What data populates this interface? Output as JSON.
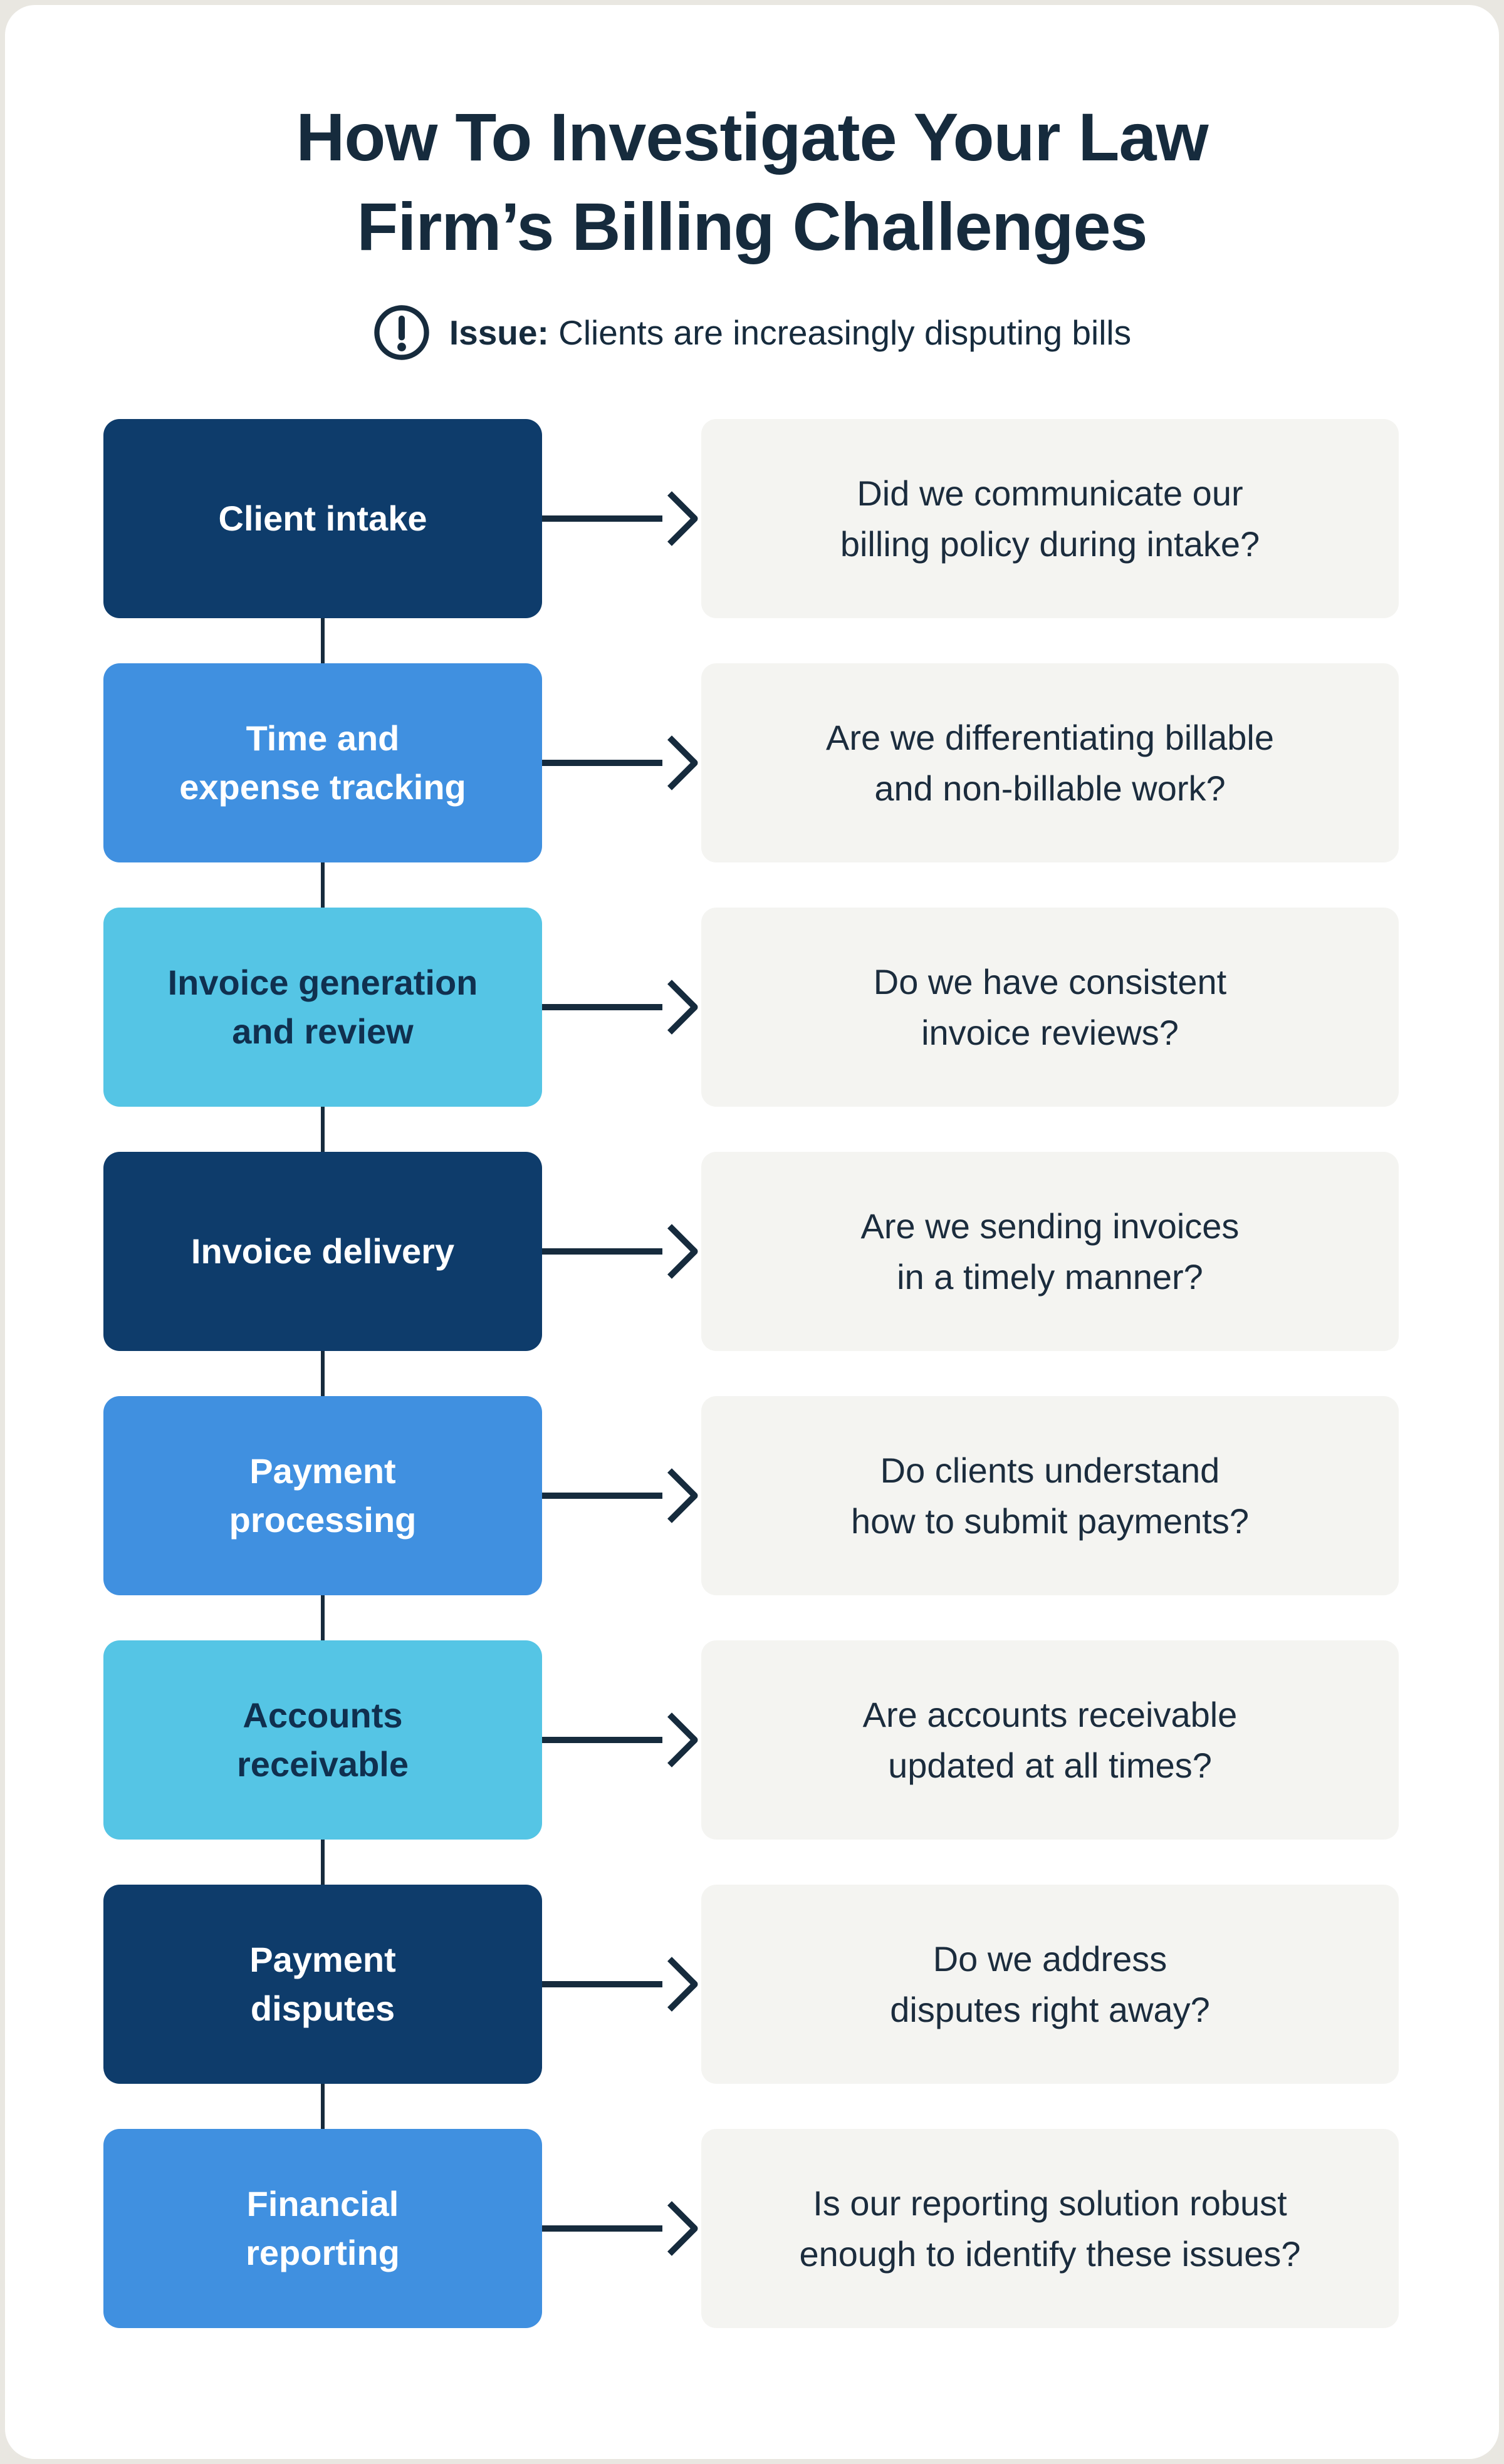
{
  "header": {
    "title": "How To Investigate Your Law\nFirm’s Billing Challenges",
    "issue_label": "Issue:",
    "issue_text": "Clients are increasingly disputing bills"
  },
  "colors": {
    "navy": "#0E3C6B",
    "blue": "#4090E0",
    "cyan": "#55C5E5",
    "question_bg": "#F4F4F1",
    "text_dark": "#162B3D",
    "label_on_dark": "#FFFFFF",
    "label_on_cyan": "#10304F",
    "page_bg": "#E9E7E1",
    "card_bg": "#FFFFFF"
  },
  "rows": [
    {
      "step": "Client intake",
      "question": "Did we communicate our\nbilling policy during intake?",
      "variant": "navy"
    },
    {
      "step": "Time and\nexpense tracking",
      "question": "Are we differentiating billable\nand non-billable work?",
      "variant": "blue"
    },
    {
      "step": "Invoice generation\nand review",
      "question": "Do we have consistent\ninvoice reviews?",
      "variant": "cyan"
    },
    {
      "step": "Invoice delivery",
      "question": "Are we sending invoices\nin a timely manner?",
      "variant": "navy"
    },
    {
      "step": "Payment\nprocessing",
      "question": "Do clients understand\nhow to submit payments?",
      "variant": "blue"
    },
    {
      "step": "Accounts\nreceivable",
      "question": "Are accounts receivable\nupdated at all times?",
      "variant": "cyan"
    },
    {
      "step": "Payment\ndisputes",
      "question": "Do we address\ndisputes right away?",
      "variant": "navy"
    },
    {
      "step": "Financial\nreporting",
      "question": "Is our reporting solution robust\nenough to identify these issues?",
      "variant": "blue"
    }
  ]
}
